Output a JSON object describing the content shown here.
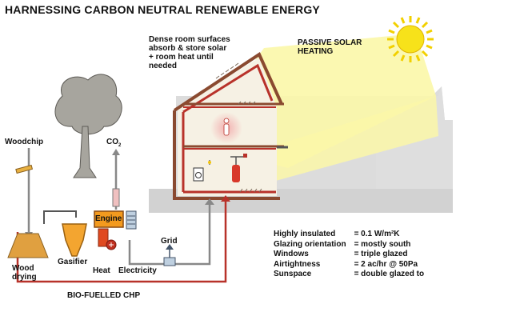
{
  "title": "HARNESSING CARBON NEUTRAL RENEWABLE ENERGY",
  "labels": {
    "room_note": [
      "Dense room surfaces",
      "absorb & store solar",
      "+ room heat until",
      "needed"
    ],
    "passive_solar": [
      "PASSIVE SOLAR",
      "HEATING"
    ],
    "woodchip": "Woodchip",
    "co2_main": "CO",
    "co2_sub": "2",
    "engine": "Engine",
    "gasifier": "Gasifier",
    "heat": "Heat",
    "electricity": "Electricity",
    "grid": "Grid",
    "wood_drying": [
      "Wood",
      "drying"
    ],
    "bio_chp": "BIO-FUELLED CHP"
  },
  "specs": [
    {
      "name": "Highly insulated",
      "value": "= 0.1 W/m²K"
    },
    {
      "name": "Glazing orientation",
      "value": "= mostly south"
    },
    {
      "name": "Windows",
      "value": "= triple glazed"
    },
    {
      "name": "Airtightness",
      "value": "= 2 ac/hr @ 50Pa"
    },
    {
      "name": "Sunspace",
      "value": "= double glazed to"
    }
  ],
  "colors": {
    "pipe_red": "#b8322a",
    "sun_yellow": "#f7e21a",
    "beam_yellow": "#fbf7a8",
    "hill_grey": "#dcdcdc",
    "engine_orange": "#f39a1e"
  }
}
